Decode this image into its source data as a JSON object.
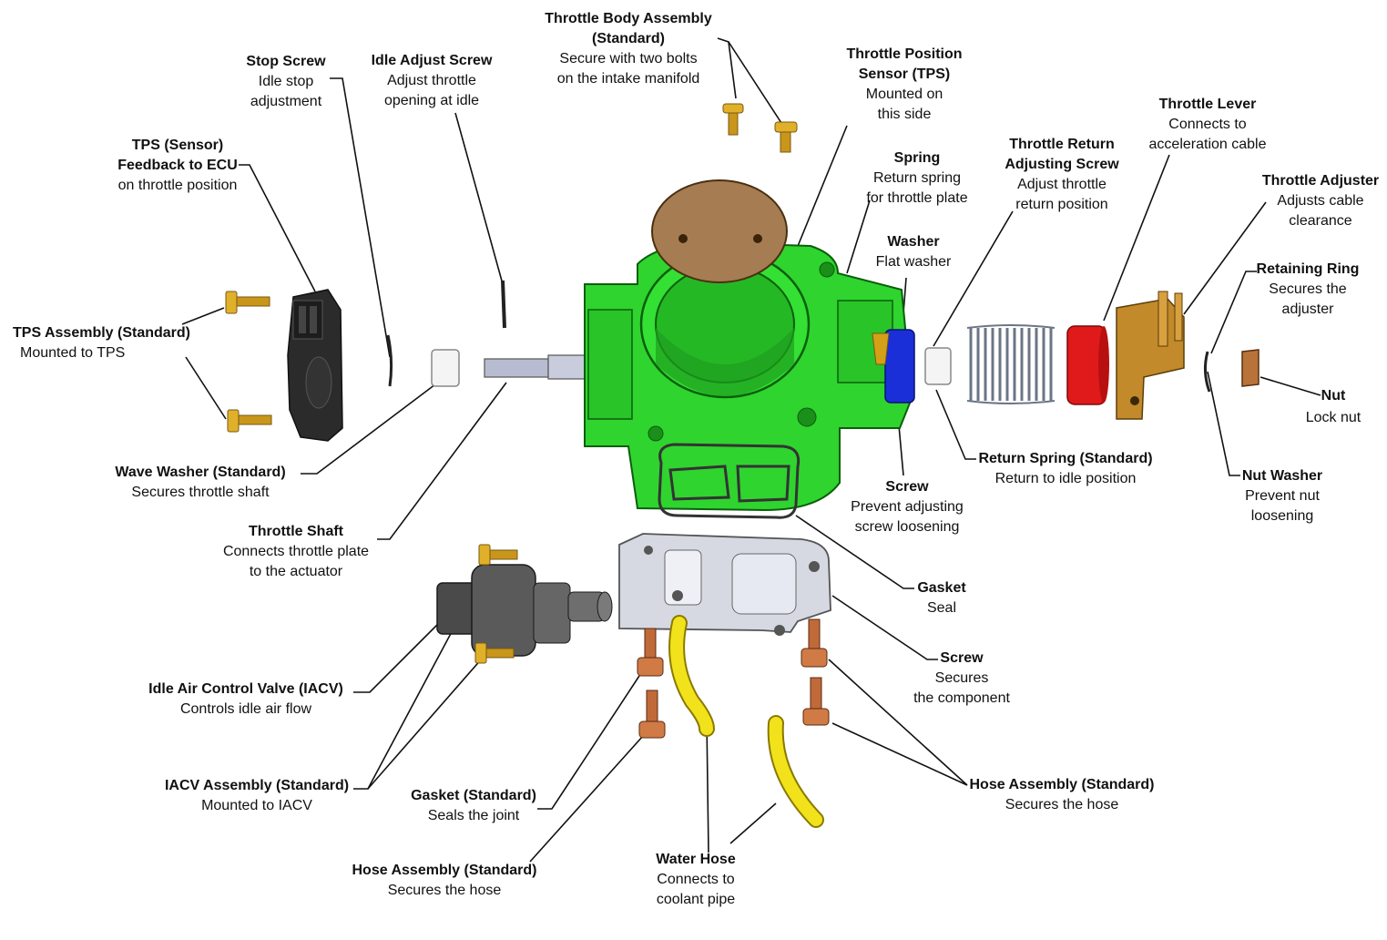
{
  "colors": {
    "throttle_body": "#2fd42f",
    "throttle_plate": "#a67c52",
    "iacv_body": "#5a5a5a",
    "iacv_housing": "#c9ccd6",
    "gasket": "#333333",
    "bolt": "#d4a017",
    "copper_screw": "#c06a3a",
    "water_hose": "#f2e21c",
    "spring_collar": "#1a2fd8",
    "return_spring": "#7c8696",
    "throttle_lever_collar": "#e01a1a",
    "throttle_adjuster": "#c28a2a",
    "tps_sensor": "#2a2a2a",
    "leader_line": "#111111"
  },
  "labels": {
    "throttle_body_assembly": {
      "title": "Throttle Body Assembly",
      "subtitle": "(Standard)",
      "desc1": "Secure with two bolts",
      "desc2": "on the intake manifold"
    },
    "tps_mounted": {
      "title": "Throttle Position",
      "title2": "Sensor (TPS)",
      "desc1": "Mounted on",
      "desc2": "this side"
    },
    "stop_screw": {
      "title": "Stop Screw",
      "desc1": "Idle stop",
      "desc2": "adjustment"
    },
    "idle_adjust_screw": {
      "title": "Idle Adjust Screw",
      "desc1": "Adjust throttle",
      "desc2": "opening at idle"
    },
    "tps_sensor": {
      "title": "TPS (Sensor)",
      "title2": "Feedback to ECU",
      "desc1": "on throttle position"
    },
    "spring": {
      "title": "Spring",
      "desc1": "Return spring",
      "desc2": "for throttle plate"
    },
    "throttle_return_screw": {
      "title": "Throttle Return",
      "title2": "Adjusting Screw",
      "desc1": "Adjust throttle",
      "desc2": "return position"
    },
    "throttle_lever": {
      "title": "Throttle Lever",
      "desc1": "Connects to",
      "desc2": "acceleration cable"
    },
    "throttle_adjuster": {
      "title": "Throttle Adjuster",
      "desc1": "Adjusts cable",
      "desc2": "clearance"
    },
    "washer": {
      "title": "Washer",
      "desc1": "Flat washer"
    },
    "retaining_ring": {
      "title": "Retaining Ring",
      "desc1": "Secures the",
      "desc2": "adjuster"
    },
    "tps_assembly": {
      "title": "TPS Assembly (Standard)",
      "desc1": "Mounted to TPS"
    },
    "nut": {
      "title": "Nut",
      "desc1": "Lock nut"
    },
    "wave_washer": {
      "title": "Wave Washer (Standard)",
      "desc1": "Secures throttle shaft"
    },
    "return_spring": {
      "title": "Return Spring (Standard)",
      "desc1": "Return to idle position"
    },
    "screw_loosening": {
      "title": "Screw",
      "desc1": "Prevent adjusting",
      "desc2": "screw loosening"
    },
    "nut_washer": {
      "title": "Nut Washer",
      "desc1": "Prevent nut",
      "desc2": "loosening"
    },
    "throttle_shaft": {
      "title": "Throttle Shaft",
      "desc1": "Connects throttle plate",
      "desc2": "to the actuator"
    },
    "gasket": {
      "title": "Gasket",
      "desc1": "Seal"
    },
    "screw_component": {
      "title": "Screw",
      "desc1": "Secures",
      "desc2": "the component"
    },
    "iacv": {
      "title": "Idle Air Control Valve (IACV)",
      "desc1": "Controls idle air flow"
    },
    "iacv_assembly": {
      "title": "IACV Assembly (Standard)",
      "desc1": "Mounted to IACV"
    },
    "gasket_standard": {
      "title": "Gasket (Standard)",
      "desc1": "Seals the joint"
    },
    "hose_assembly_right": {
      "title": "Hose Assembly (Standard)",
      "desc1": "Secures the hose"
    },
    "hose_assembly_left": {
      "title": "Hose Assembly (Standard)",
      "desc1": "Secures the hose"
    },
    "water_hose": {
      "title": "Water Hose",
      "desc1": "Connects to",
      "desc2": "coolant pipe"
    }
  }
}
